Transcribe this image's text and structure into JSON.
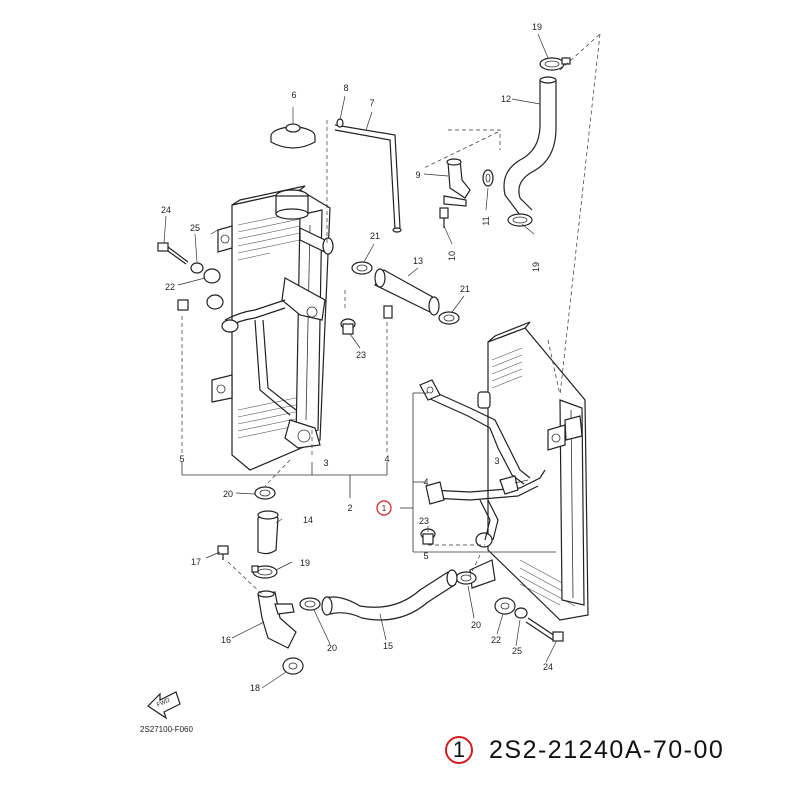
{
  "diagram": {
    "drawing_code": "2S27100-F060",
    "fwd_label": "FWD",
    "part_labels": {
      "p1": "1",
      "p2": "2",
      "p3a": "3",
      "p3b": "3",
      "p4a": "4",
      "p4b": "4",
      "p5a": "5",
      "p5b": "5",
      "p6": "6",
      "p7": "7",
      "p8": "8",
      "p9": "9",
      "p10": "10",
      "p11": "11",
      "p12": "12",
      "p13": "13",
      "p14": "14",
      "p15": "15",
      "p16": "16",
      "p17": "17",
      "p18": "18",
      "p19a": "19",
      "p19b": "19",
      "p19c": "19",
      "p20a": "20",
      "p20b": "20",
      "p20c": "20",
      "p21a": "21",
      "p21b": "21",
      "p22a": "22",
      "p22b": "22",
      "p23a": "23",
      "p23b": "23",
      "p24a": "24",
      "p24b": "24",
      "p25a": "25",
      "p25b": "25"
    },
    "highlight_color": "#d11d1d"
  },
  "callout": {
    "number": "1",
    "part_number": "2S2-21240A-70-00"
  }
}
